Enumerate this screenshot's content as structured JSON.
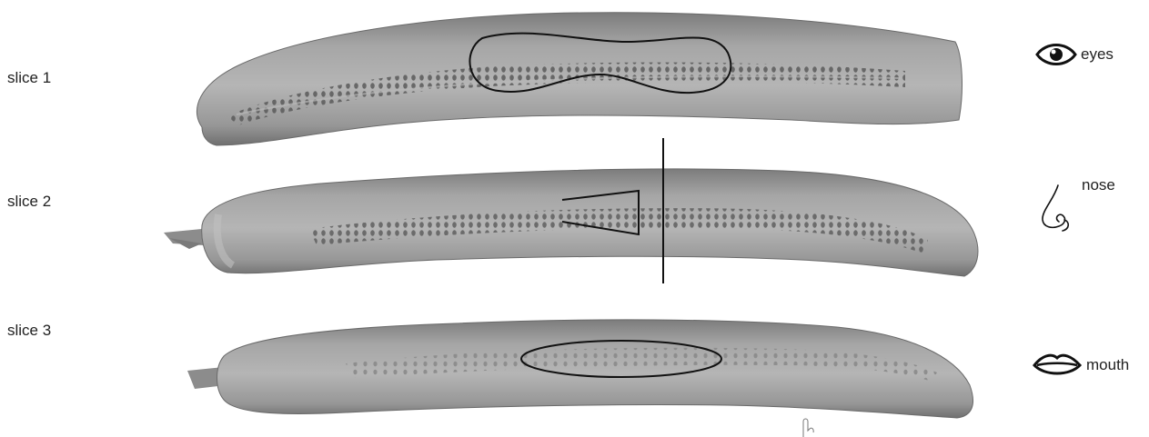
{
  "slices": [
    {
      "label": "slice 1"
    },
    {
      "label": "slice 2"
    },
    {
      "label": "slice 3"
    }
  ],
  "features": {
    "eyes": {
      "label": "eyes",
      "icon": "eye-icon"
    },
    "nose": {
      "label": "nose",
      "icon": "nose-icon"
    },
    "mouth": {
      "label": "mouth",
      "icon": "lips-icon"
    }
  },
  "colors": {
    "banana_flesh": "#9a9a9a",
    "banana_highlight": "#c4c4c4",
    "seeds": "#5e5e5e",
    "outline": "#111111"
  }
}
